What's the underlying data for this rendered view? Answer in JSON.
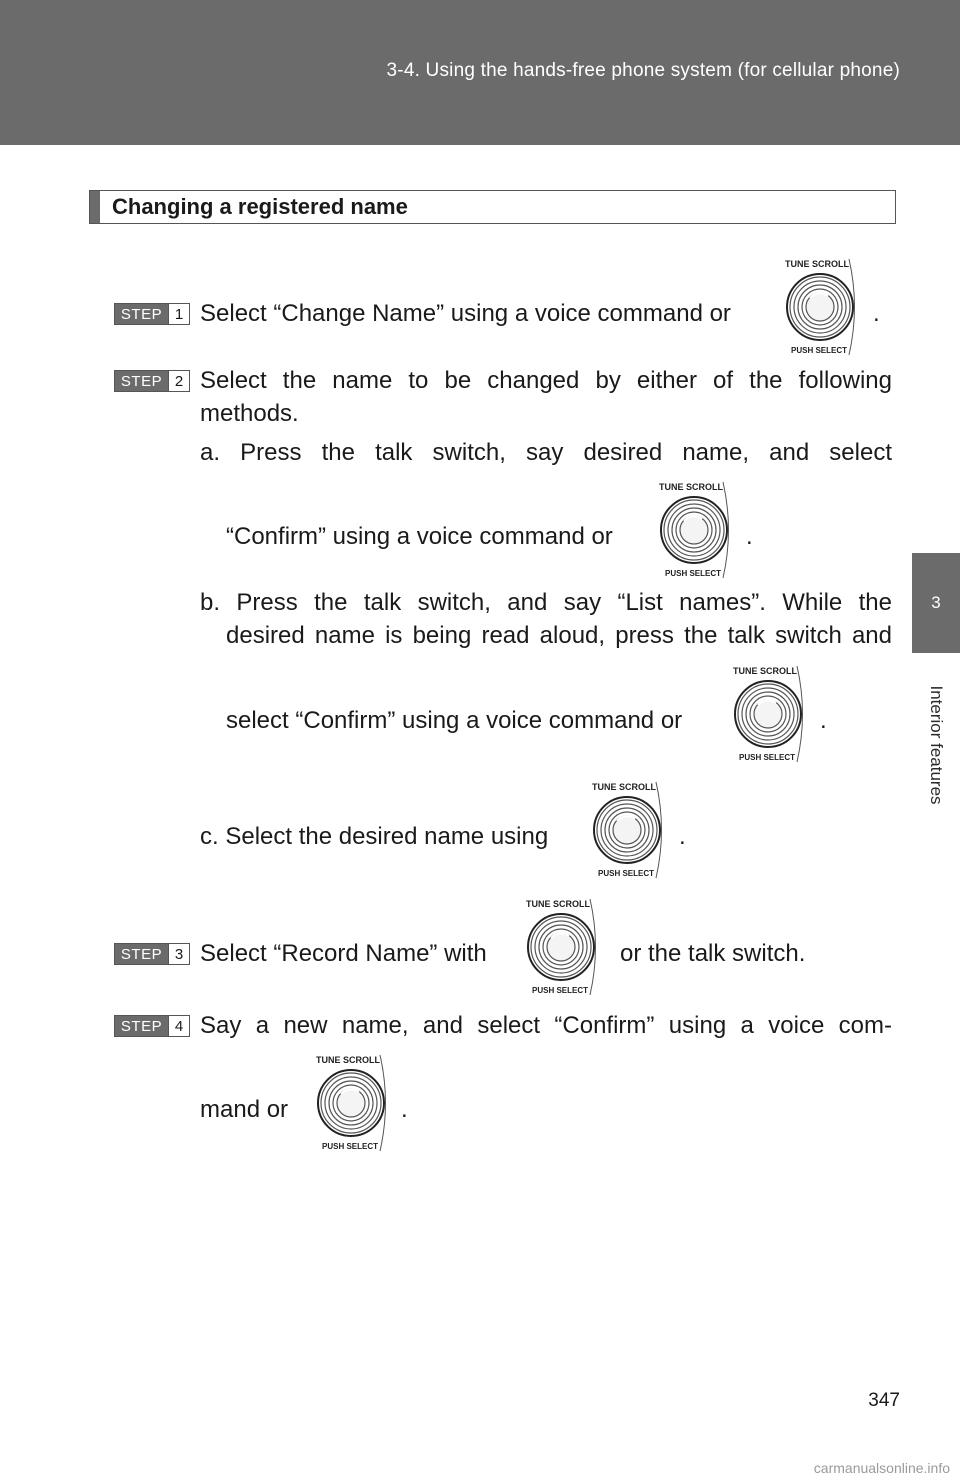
{
  "header": {
    "section": "3-4. Using the hands-free phone system (for cellular phone)"
  },
  "side": {
    "tab_number": "3",
    "chapter": "Interior features"
  },
  "section_title": "Changing a registered name",
  "knob": {
    "top_label": "TUNE SCROLL",
    "bottom_label": "PUSH SELECT"
  },
  "steps": [
    {
      "word": "STEP",
      "num": "1"
    },
    {
      "word": "STEP",
      "num": "2"
    },
    {
      "word": "STEP",
      "num": "3"
    },
    {
      "word": "STEP",
      "num": "4"
    }
  ],
  "text": {
    "s1": "Select “Change Name” using a voice command or",
    "s2_l1": "Select the name to be changed by either of the following",
    "s2_l2": "methods.",
    "a_l1": "a. Press the talk switch, say desired name, and select",
    "a_l2": "“Confirm” using a voice command or",
    "b_l1": "b. Press the talk switch, and say “List names”. While the",
    "b_l2": "desired name is being read aloud, press the talk switch and",
    "b_l3": "select “Confirm” using a voice command or",
    "c_l1": "c. Select the desired name using",
    "s3_a": "Select “Record Name” with",
    "s3_b": "or the talk switch.",
    "s4_l1": "Say a new name, and select “Confirm” using a voice com-",
    "s4_l2": "mand or",
    "period": "."
  },
  "page_number": "347",
  "watermark": "carmanualsonline.info"
}
